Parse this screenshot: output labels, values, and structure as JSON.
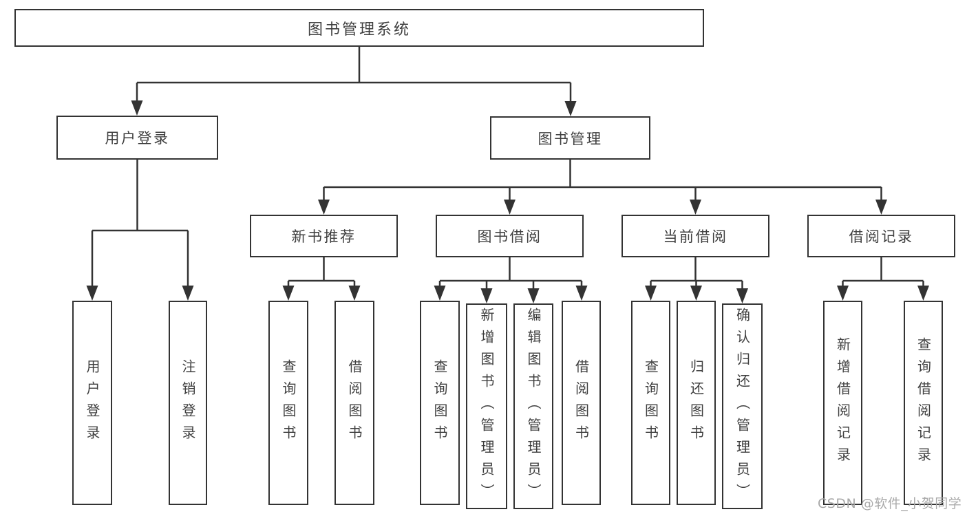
{
  "nodes": {
    "root": "图书管理系统",
    "user_login": "用户登录",
    "book_mgmt": "图书管理",
    "new_book": "新书推荐",
    "book_borrow": "图书借阅",
    "current_borrow": "当前借阅",
    "borrow_records": "借阅记录",
    "login_leaf_1": "用户登录",
    "login_leaf_2": "注销登录",
    "newbook_leaf_1": "查询图书",
    "newbook_leaf_2": "借阅图书",
    "borrow_leaf_1": "查询图书",
    "borrow_leaf_2": "新增图书（管理员）",
    "borrow_leaf_3": "编辑图书（管理员）",
    "borrow_leaf_4": "借阅图书",
    "current_leaf_1": "查询图书",
    "current_leaf_2": "归还图书",
    "current_leaf_3": "确认归还（管理员）",
    "records_leaf_1": "新增借阅记录",
    "records_leaf_2": "查询借阅记录"
  },
  "watermark": "CSDN @软件_小贺同学",
  "colors": {
    "line": "#333333",
    "text": "#3f3f3f",
    "watermark": "#a9a9a9"
  }
}
